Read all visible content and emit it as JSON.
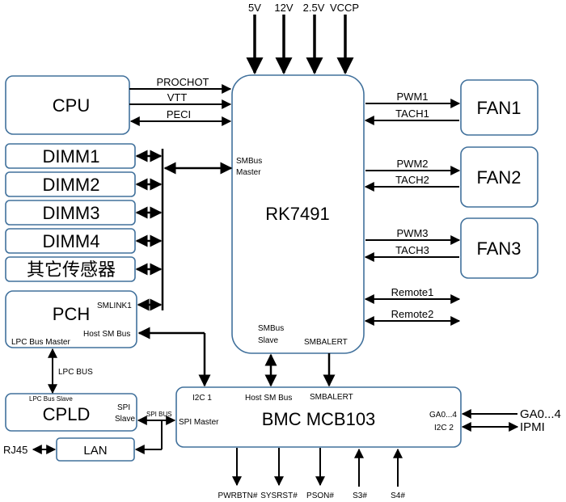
{
  "power_inputs": [
    "5V",
    "12V",
    "2.5V",
    "VCCP"
  ],
  "chip": {
    "name": "RK7491",
    "smbus_master": [
      "SMBus",
      "Master"
    ],
    "smbus_slave": [
      "SMBus",
      "Slave"
    ],
    "smbalert": "SMBALERT"
  },
  "cpu": {
    "name": "CPU",
    "signals": [
      "PROCHOT",
      "VTT",
      "PECI"
    ]
  },
  "memory_bus": {
    "dimms": [
      "DIMM1",
      "DIMM2",
      "DIMM3",
      "DIMM4",
      "其它传感器"
    ]
  },
  "pch": {
    "name": "PCH",
    "smlink": "SMLINK1",
    "host_sm_bus": "Host SM Bus",
    "lpc_master": "LPC Bus Master"
  },
  "lpc_bus": "LPC BUS",
  "cpld": {
    "name": "CPLD",
    "lpc_slave": "LPC Bus Slave",
    "spi_slave": [
      "SPI",
      "Slave"
    ]
  },
  "spi_bus": "SPI BUS",
  "lan": {
    "name": "LAN",
    "rj45": "RJ45"
  },
  "fans": [
    {
      "name": "FAN1",
      "pwm": "PWM1",
      "tach": "TACH1"
    },
    {
      "name": "FAN2",
      "pwm": "PWM2",
      "tach": "TACH2"
    },
    {
      "name": "FAN3",
      "pwm": "PWM3",
      "tach": "TACH3"
    }
  ],
  "remotes": [
    "Remote1",
    "Remote2"
  ],
  "bmc": {
    "name": "BMC MCB103",
    "i2c1": "I2C 1",
    "spi_master": "SPI Master",
    "host_sm_bus": "Host SM Bus",
    "smbalert": "SMBALERT",
    "ga_port": "GA0...4",
    "i2c2": "I2C 2"
  },
  "external": {
    "ga": "GA0...4",
    "ipmi": "IPMI"
  },
  "bottom_signals": [
    "PWRBTN#",
    "SYSRST#",
    "PSON#",
    "S3#",
    "S4#"
  ]
}
